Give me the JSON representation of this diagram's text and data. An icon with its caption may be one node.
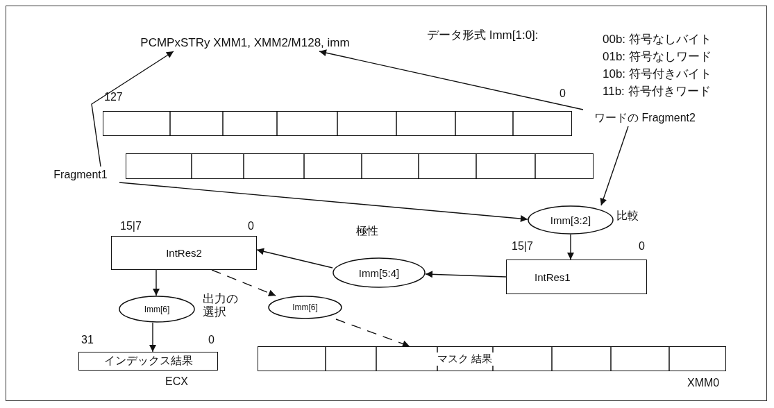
{
  "diagram": {
    "nodes": [
      {
        "text": [
          "PCMPxSTRy XMM1, XMM2/M128, imm"
        ]
      },
      {
        "text": [],
        "shape": "bar",
        "beside": [
          "127",
          "0"
        ]
      },
      {
        "text": [],
        "shape": "bar"
      },
      {
        "text": [
          "Fragment1"
        ]
      },
      {
        "text": [
          "ワードの Fragment2"
        ]
      },
      {
        "text": [
          "Imm[3:2]"
        ],
        "beside": [
          "比較"
        ]
      },
      {
        "text": [
          "IntRes1"
        ],
        "beside": [
          "15|7",
          "0"
        ]
      },
      {
        "text": [
          "Imm[5:4]"
        ],
        "beside": [
          "極性"
        ]
      },
      {
        "text": [
          "IntRes2"
        ],
        "beside": [
          "15|7",
          "0"
        ]
      },
      {
        "text": [
          "Imm[6]"
        ],
        "beside": [
          "出力の選択"
        ]
      },
      {
        "text": [
          "Imm[6]"
        ]
      },
      {
        "text": [
          "インデックス結果"
        ],
        "beside": [
          "31",
          "0",
          "ECX"
        ]
      },
      {
        "text": [
          "マスク 結果"
        ],
        "beside": [
          "XMM0"
        ]
      }
    ],
    "edges": [
      {
        "from": 3,
        "to": 0,
        "arrow": "to"
      },
      {
        "from": 4,
        "to": 0,
        "arrow": "to"
      },
      {
        "from": 3,
        "to": 5,
        "arrow": "to"
      },
      {
        "from": 4,
        "to": 5,
        "arrow": "to"
      },
      {
        "from": 5,
        "to": 6,
        "arrow": "to"
      },
      {
        "from": 6,
        "to": 7,
        "arrow": "to"
      },
      {
        "from": 7,
        "to": 8,
        "arrow": "to"
      },
      {
        "from": 8,
        "to": 9,
        "arrow": "to"
      },
      {
        "from": 9,
        "to": 11,
        "arrow": "to"
      },
      {
        "from": 8,
        "to": 10,
        "arrow": "to",
        "style": "dashed"
      },
      {
        "from": 10,
        "to": 12,
        "arrow": "to",
        "style": "dashed"
      }
    ],
    "labels": [
      "データ形式 Imm[1:0]:",
      "00b: 符号なしバイト",
      "01b: 符号なしワード",
      "10b: 符号付きバイト",
      "11b: 符号付きワード"
    ]
  }
}
